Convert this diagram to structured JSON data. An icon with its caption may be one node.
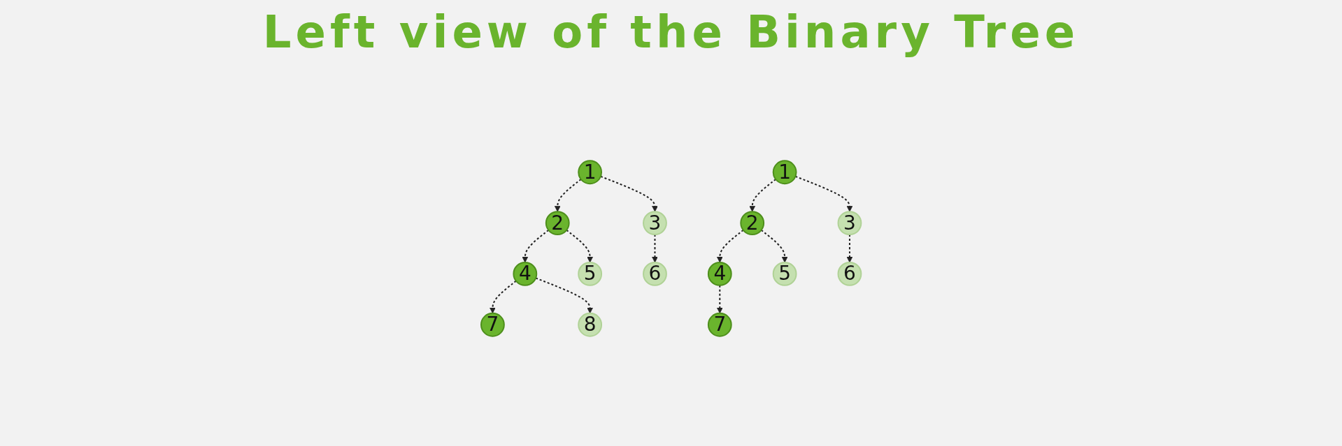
{
  "diagram": {
    "title": "Left view of the Binary Tree",
    "nodes": [
      {
        "text": [
          "1"
        ]
      },
      {
        "text": [
          "2"
        ]
      },
      {
        "text": [
          "3"
        ]
      },
      {
        "text": [
          "4"
        ]
      },
      {
        "text": [
          "5"
        ]
      },
      {
        "text": [
          "6"
        ]
      },
      {
        "text": [
          "7"
        ]
      },
      {
        "text": [
          "8"
        ]
      },
      {
        "text": [
          "1"
        ]
      },
      {
        "text": [
          "2"
        ]
      },
      {
        "text": [
          "3"
        ]
      },
      {
        "text": [
          "4"
        ]
      },
      {
        "text": [
          "5"
        ]
      },
      {
        "text": [
          "6"
        ]
      },
      {
        "text": [
          "7"
        ]
      }
    ],
    "edges": [
      {
        "from": 0,
        "to": 1,
        "arrow": "to",
        "style": "dashed"
      },
      {
        "from": 0,
        "to": 2,
        "arrow": "to",
        "style": "dashed"
      },
      {
        "from": 1,
        "to": 3,
        "arrow": "to",
        "style": "dashed"
      },
      {
        "from": 1,
        "to": 4,
        "arrow": "to",
        "style": "dashed"
      },
      {
        "from": 2,
        "to": 5,
        "arrow": "to",
        "style": "dashed"
      },
      {
        "from": 3,
        "to": 6,
        "arrow": "to",
        "style": "dashed"
      },
      {
        "from": 3,
        "to": 7,
        "arrow": "to",
        "style": "dashed"
      },
      {
        "from": 8,
        "to": 9,
        "arrow": "to",
        "style": "dashed"
      },
      {
        "from": 8,
        "to": 10,
        "arrow": "to",
        "style": "dashed"
      },
      {
        "from": 9,
        "to": 11,
        "arrow": "to",
        "style": "dashed"
      },
      {
        "from": 9,
        "to": 12,
        "arrow": "to",
        "style": "dashed"
      },
      {
        "from": 10,
        "to": 13,
        "arrow": "to",
        "style": "dashed"
      },
      {
        "from": 11,
        "to": 14,
        "arrow": "to",
        "style": "dashed"
      }
    ]
  }
}
